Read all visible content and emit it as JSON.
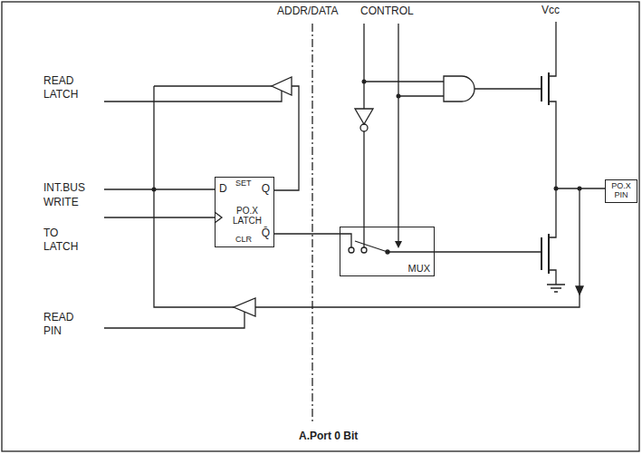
{
  "diagram": {
    "caption": "A.Port 0 Bit",
    "nodes": [
      {
        "text": [
          "D",
          "SET",
          "Q",
          "PO.X LATCH",
          "CLR",
          "Q̄"
        ]
      },
      {
        "text": [
          "MUX"
        ]
      },
      {
        "text": [
          "PO.X PIN"
        ]
      }
    ],
    "edges": [
      {
        "from": 0,
        "to": 1,
        "arrow": "none"
      }
    ],
    "labels": [
      "ADDR/DATA",
      "CONTROL",
      "Vcc",
      "READ LATCH",
      "INT.BUS",
      "WRITE",
      "TO LATCH",
      "READ PIN"
    ]
  }
}
